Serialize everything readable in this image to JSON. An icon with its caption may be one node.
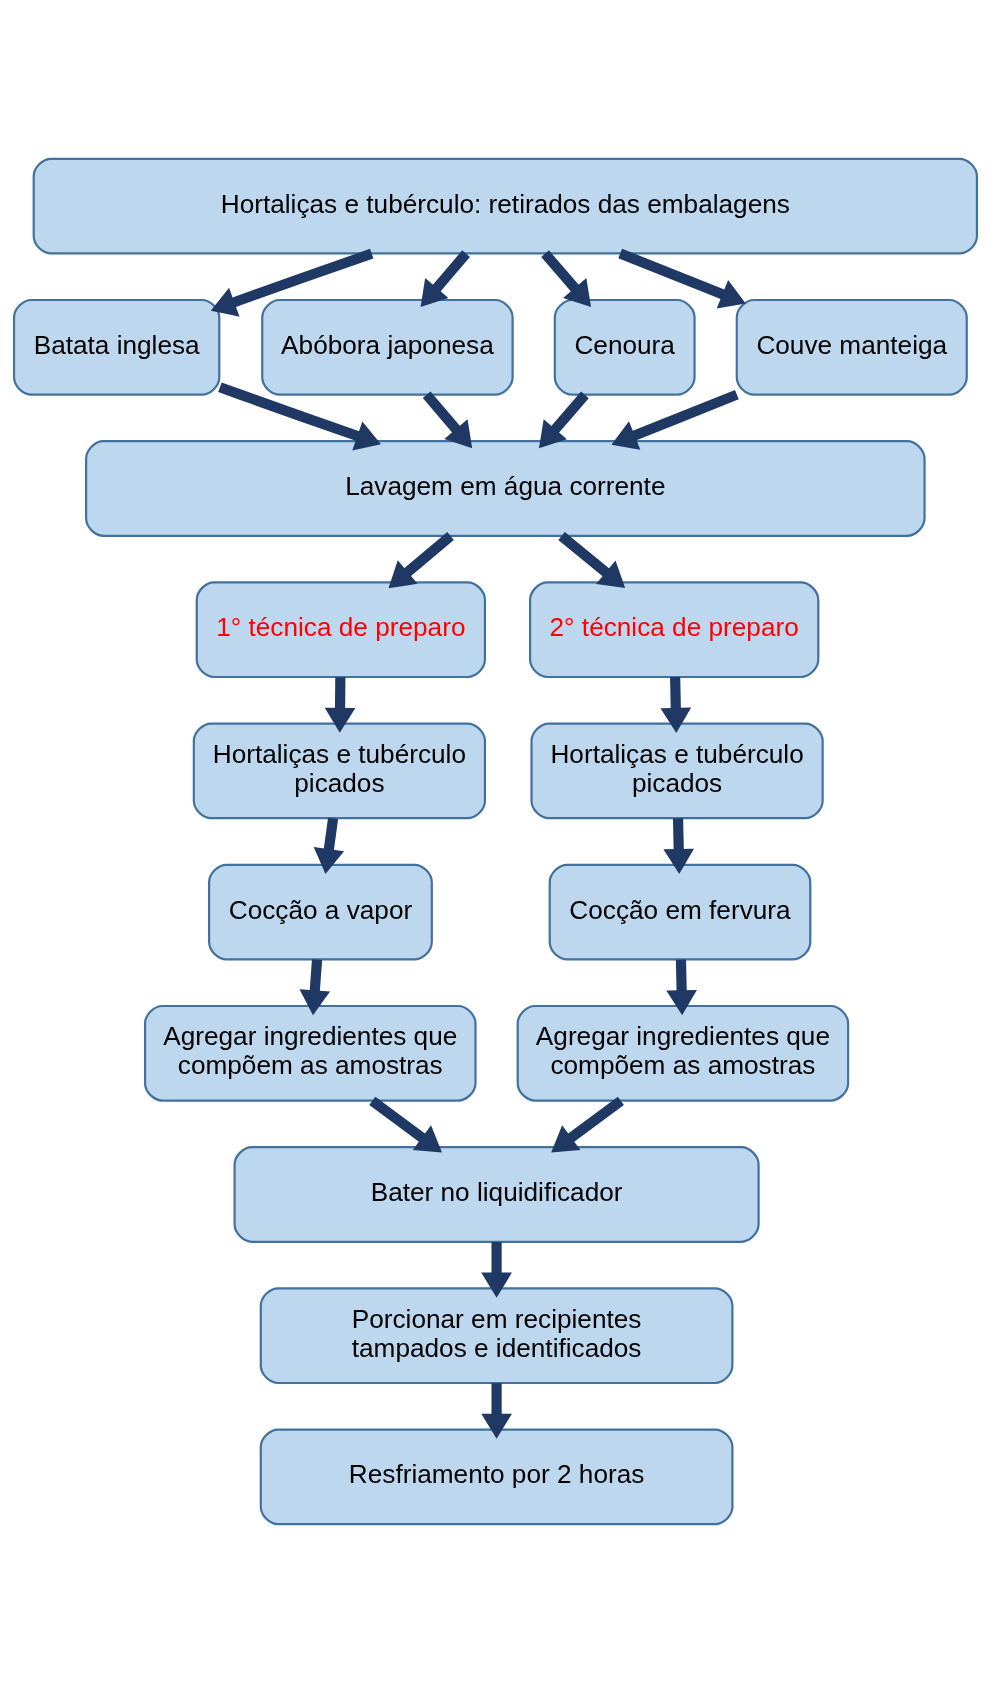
{
  "diagram": {
    "nodes": [
      {
        "text": [
          "Hortaliças e tubérculo: retirados das embalagens"
        ]
      },
      {
        "text": [
          "Batata inglesa"
        ]
      },
      {
        "text": [
          "Abóbora japonesa"
        ]
      },
      {
        "text": [
          "Cenoura"
        ]
      },
      {
        "text": [
          "Couve manteiga"
        ]
      },
      {
        "text": [
          "Lavagem em água corrente"
        ]
      },
      {
        "text": [
          "1° técnica de preparo"
        ]
      },
      {
        "text": [
          "2° técnica de preparo"
        ]
      },
      {
        "text": [
          "Hortaliças e tubérculo picados"
        ]
      },
      {
        "text": [
          "Hortaliças e tubérculo picados"
        ]
      },
      {
        "text": [
          "Cocção a vapor"
        ]
      },
      {
        "text": [
          "Cocção em fervura"
        ]
      },
      {
        "text": [
          "Agregar ingredientes que compõem as amostras"
        ]
      },
      {
        "text": [
          "Agregar ingredientes que compõem as amostras"
        ]
      },
      {
        "text": [
          "Bater no liquidificador"
        ]
      },
      {
        "text": [
          "Porcionar em recipientes tampados e identificados"
        ]
      },
      {
        "text": [
          "Resfriamento por 2 horas"
        ]
      }
    ],
    "edges": [
      {
        "from": 0,
        "to": 1,
        "arrow": "to"
      },
      {
        "from": 0,
        "to": 2,
        "arrow": "to"
      },
      {
        "from": 0,
        "to": 3,
        "arrow": "to"
      },
      {
        "from": 0,
        "to": 4,
        "arrow": "to"
      },
      {
        "from": 1,
        "to": 5,
        "arrow": "to"
      },
      {
        "from": 2,
        "to": 5,
        "arrow": "to"
      },
      {
        "from": 3,
        "to": 5,
        "arrow": "to"
      },
      {
        "from": 4,
        "to": 5,
        "arrow": "to"
      },
      {
        "from": 5,
        "to": 6,
        "arrow": "to"
      },
      {
        "from": 5,
        "to": 7,
        "arrow": "to"
      },
      {
        "from": 6,
        "to": 8,
        "arrow": "to"
      },
      {
        "from": 7,
        "to": 9,
        "arrow": "to"
      },
      {
        "from": 8,
        "to": 10,
        "arrow": "to"
      },
      {
        "from": 9,
        "to": 11,
        "arrow": "to"
      },
      {
        "from": 10,
        "to": 12,
        "arrow": "to"
      },
      {
        "from": 11,
        "to": 13,
        "arrow": "to"
      },
      {
        "from": 12,
        "to": 14,
        "arrow": "to"
      },
      {
        "from": 13,
        "to": 14,
        "arrow": "to"
      },
      {
        "from": 14,
        "to": 15,
        "arrow": "to"
      },
      {
        "from": 15,
        "to": 16,
        "arrow": "to"
      }
    ]
  }
}
